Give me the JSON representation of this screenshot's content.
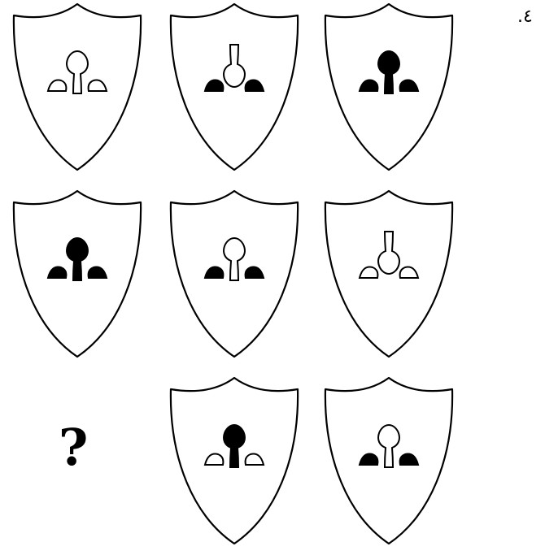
{
  "page": {
    "problem_number": ".٤",
    "missing_marker": "?"
  },
  "grid": {
    "rows": 3,
    "cols": 3,
    "cells": [
      {
        "row": 0,
        "col": 0,
        "empty": false,
        "stem": "white",
        "stem_dir": "up",
        "leaves": "white"
      },
      {
        "row": 0,
        "col": 1,
        "empty": false,
        "stem": "white",
        "stem_dir": "down",
        "leaves": "black"
      },
      {
        "row": 0,
        "col": 2,
        "empty": false,
        "stem": "black",
        "stem_dir": "up",
        "leaves": "black"
      },
      {
        "row": 1,
        "col": 0,
        "empty": false,
        "stem": "black",
        "stem_dir": "up",
        "leaves": "black"
      },
      {
        "row": 1,
        "col": 1,
        "empty": false,
        "stem": "white",
        "stem_dir": "up",
        "leaves": "black"
      },
      {
        "row": 1,
        "col": 2,
        "empty": false,
        "stem": "white",
        "stem_dir": "down",
        "leaves": "white"
      },
      {
        "row": 2,
        "col": 0,
        "empty": true
      },
      {
        "row": 2,
        "col": 1,
        "empty": false,
        "stem": "black",
        "stem_dir": "up",
        "leaves": "white"
      },
      {
        "row": 2,
        "col": 2,
        "empty": false,
        "stem": "white",
        "stem_dir": "up",
        "leaves": "black"
      }
    ]
  },
  "colors": {
    "stroke": "#000000",
    "fill_black": "#000000",
    "fill_white": "#ffffff"
  }
}
